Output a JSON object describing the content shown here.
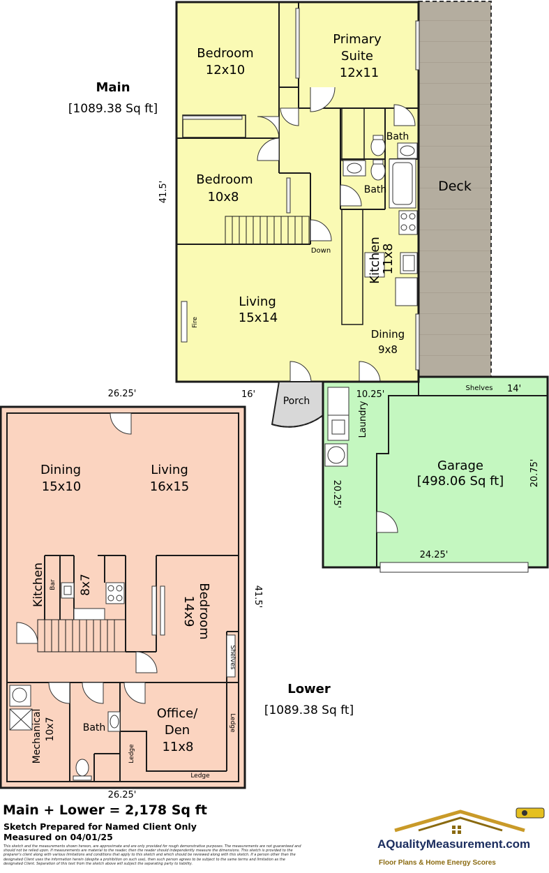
{
  "main": {
    "title": "Main",
    "area": "[1089.38 Sq ft]",
    "dim_side": "41.5'",
    "dim_bottom": "16'",
    "rooms": {
      "bedroom1": {
        "name": "Bedroom",
        "size": "12x10"
      },
      "primary": {
        "name1": "Primary",
        "name2": "Suite",
        "size": "12x11"
      },
      "bedroom2": {
        "name": "Bedroom",
        "size": "10x8"
      },
      "kitchen": {
        "name": "Kitchen",
        "size": "11x8"
      },
      "living": {
        "name": "Living",
        "size": "15x14"
      },
      "dining": {
        "name": "Dining",
        "size": "9x8"
      },
      "bath1": "Bath",
      "bath2": "Bath",
      "deck": "Deck",
      "fire": "Fire",
      "down": "Down",
      "porch": "Porch"
    }
  },
  "garage": {
    "name": "Garage",
    "area": "[498.06 Sq ft]",
    "laundry": "Laundry",
    "shelves": "Shelves",
    "dim_top_left": "10.25'",
    "dim_top_right": "14'",
    "dim_left": "20.25'",
    "dim_right": "20.75'",
    "dim_bottom": "24.25'"
  },
  "lower": {
    "title": "Lower",
    "area": "[1089.38 Sq ft]",
    "dim_top": "26.25'",
    "dim_bottom": "26.25'",
    "dim_side": "41.5'",
    "rooms": {
      "dining": {
        "name": "Dining",
        "size": "15x10"
      },
      "living": {
        "name": "Living",
        "size": "16x15"
      },
      "kitchen": {
        "name": "Kitchen",
        "size": "8x7"
      },
      "bar": "Bar",
      "bedroom": {
        "name": "Bedroom",
        "size": "14x9"
      },
      "shelves": "Shelves",
      "mechanical": {
        "name": "Mechanical",
        "size": "10x7"
      },
      "bath": "Bath",
      "office": {
        "name1": "Office/",
        "name2": "Den",
        "size": "11x8"
      },
      "ledge1": "Ledge",
      "ledge2": "Ledge",
      "ledge3": "Ledge"
    }
  },
  "footer": {
    "total": "Main + Lower = 2,178 Sq ft",
    "prepared": "Sketch Prepared for Named Client Only",
    "measured": "Measured on 04/01/25",
    "disclaimer": "This sketch and the measurements shown hereon, are approximate and are only provided for rough demonstrative purposes. The measurements are not guaranteed and should not be relied upon. If measurements are material to the reader, then the reader should independently measure the dimensions. This sketch is provided to the preparer's client along with various limitations and conditions that apply to this sketch and which should be reviewed along with this sketch. If a person other than the designated Client uses the information herein (despite a prohibition on such use), then such person agrees to be subject to the same terms and limitation as the designated Client. Separation of this text from the sketch above will subject the separating party to liability."
  },
  "logo": {
    "name": "AQualityMeasurement.com",
    "tagline": "Floor Plans & Home Energy Scores"
  },
  "colors": {
    "main_fill": "#fafab4",
    "lower_fill": "#fbd4c0",
    "garage_fill": "#c4f7c0",
    "deck_fill": "#b4ad9f",
    "porch_fill": "#d8d8d8",
    "wall": "#1a1a1a"
  }
}
